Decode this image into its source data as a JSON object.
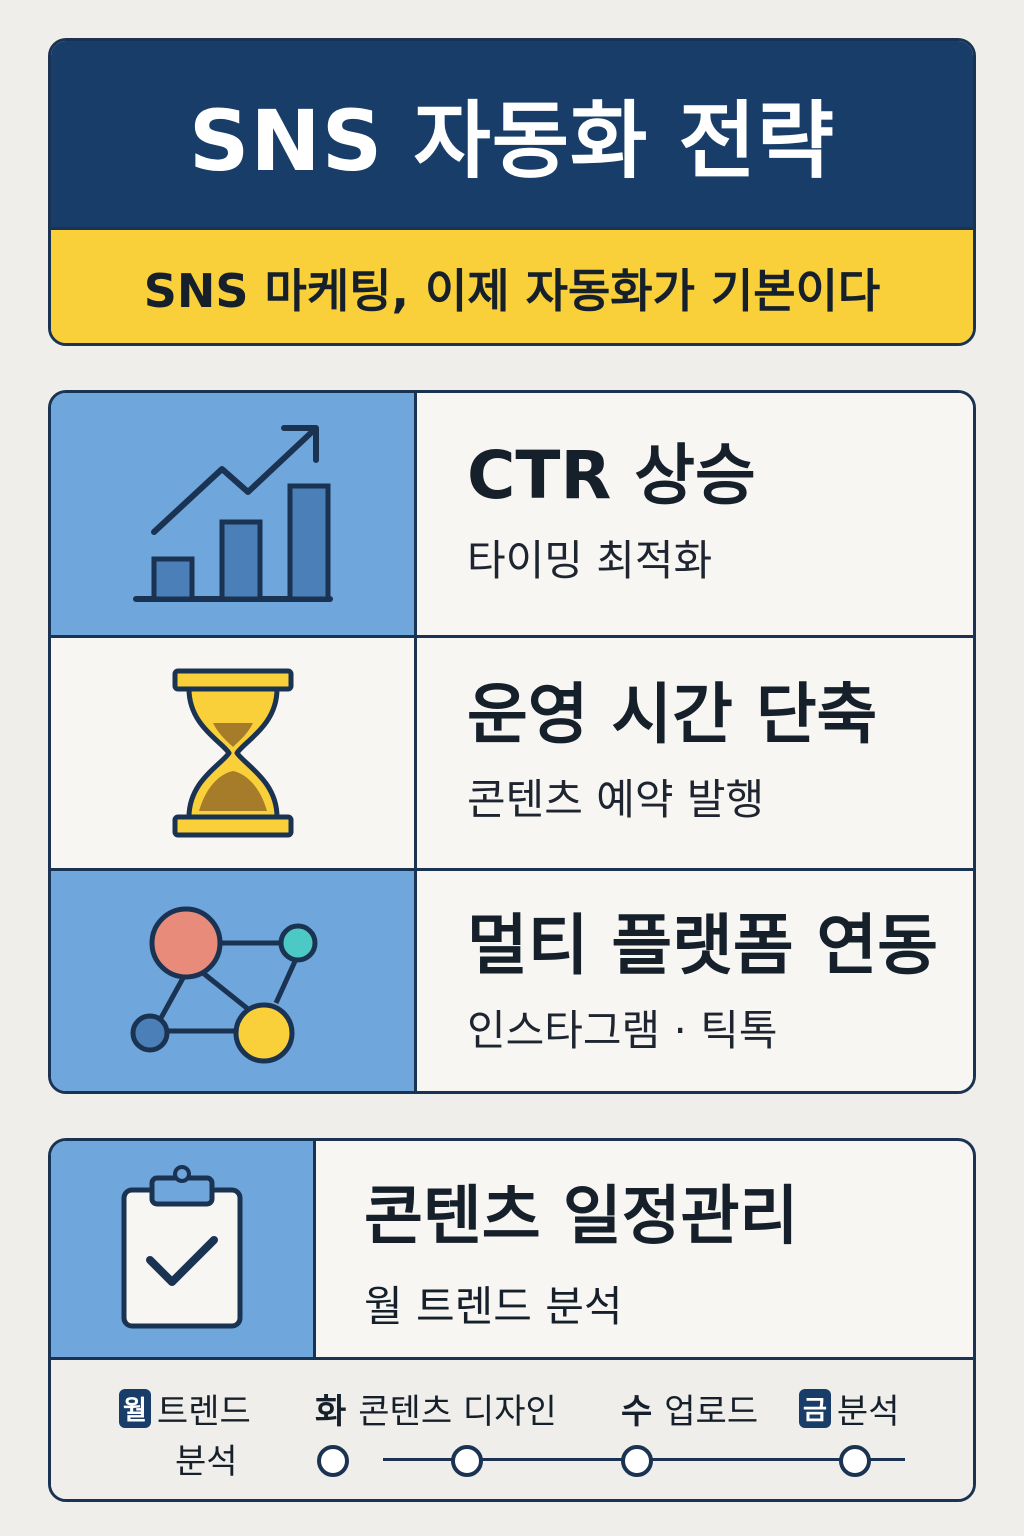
{
  "header": {
    "title": "SNS 자동화 전략",
    "subtitle": "SNS 마케팅, 이제 자동화가 기본이다"
  },
  "features": [
    {
      "icon": "rising-bar-chart-icon",
      "title": "CTR 상승",
      "subtitle": "타이밍 최적화"
    },
    {
      "icon": "hourglass-icon",
      "title": "운영 시간 단축",
      "subtitle": "콘텐츠 예약 발행"
    },
    {
      "icon": "network-nodes-icon",
      "title": "멀티 플랫폼 연동",
      "subtitle": "인스타그램 · 틱톡"
    }
  ],
  "schedule": {
    "icon": "clipboard-check-icon",
    "title": "콘텐츠 일정관리",
    "subtitle": "월 트렌드 분석",
    "timeline": [
      {
        "day": "월",
        "label_line1": "트렌드",
        "label_line2": "분석"
      },
      {
        "day": "화",
        "label_line1": "콘텐츠 디자인"
      },
      {
        "day": "수",
        "label_line1": "업로드"
      },
      {
        "day": "금",
        "label_line1": "분석"
      }
    ]
  },
  "colors": {
    "navy": "#173d68",
    "yellow": "#f9cf3a",
    "blue": "#6fa6dc",
    "cream": "#f7f6f2",
    "coral": "#e98b7a",
    "teal": "#4cc9c4"
  }
}
